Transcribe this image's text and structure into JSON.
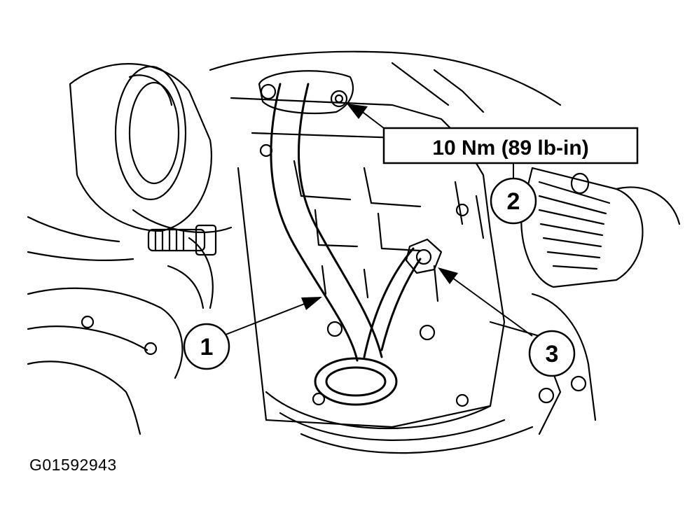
{
  "diagram": {
    "torque_spec": "10 Nm (89 lb-in)",
    "callouts": [
      {
        "id": "1",
        "label": "1"
      },
      {
        "id": "2",
        "label": "2"
      },
      {
        "id": "3",
        "label": "3"
      }
    ],
    "figure_id": "G01592943"
  },
  "colors": {
    "ink": "#000000",
    "paper": "#ffffff"
  }
}
